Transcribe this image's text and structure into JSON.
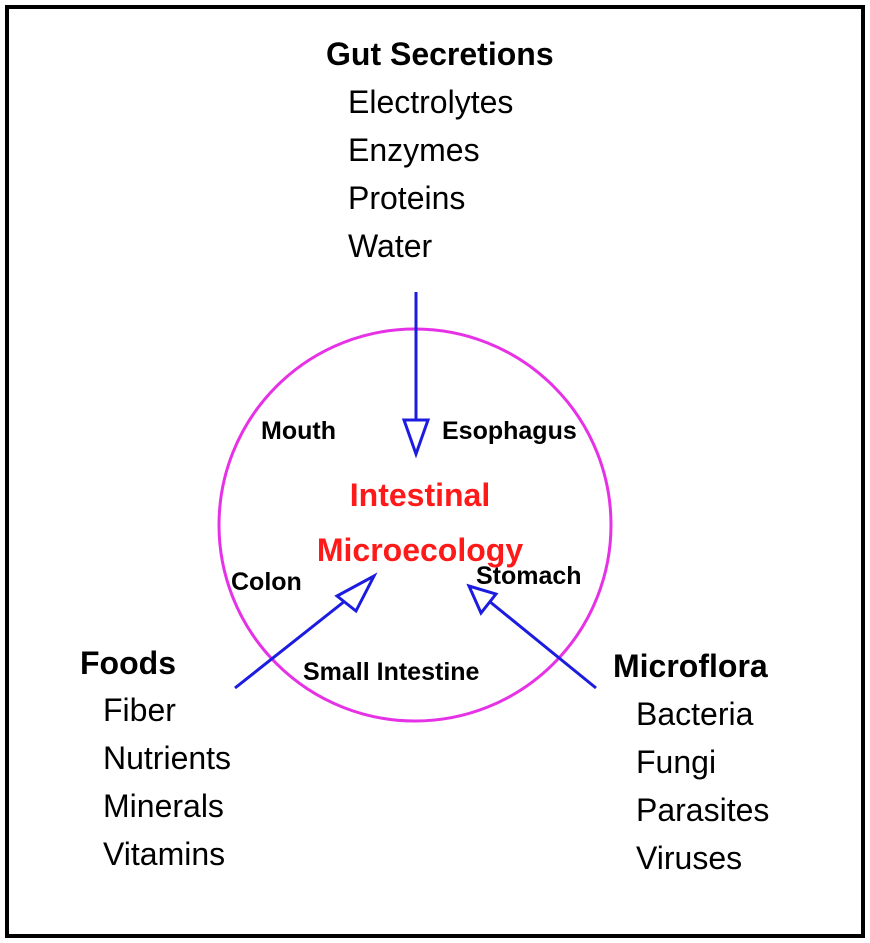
{
  "colors": {
    "circle": "#e632e6",
    "arrow": "#1c1ce0",
    "center_text": "#ff1a1a",
    "text": "#000000"
  },
  "groups": {
    "gut_secretions": {
      "title": "Gut Secretions",
      "items": [
        "Electrolytes",
        "Enzymes",
        "Proteins",
        "Water"
      ]
    },
    "foods": {
      "title": "Foods",
      "items": [
        "Fiber",
        "Nutrients",
        "Minerals",
        "Vitamins"
      ]
    },
    "microflora": {
      "title": "Microflora",
      "items": [
        "Bacteria",
        "Fungi",
        "Parasites",
        "Viruses"
      ]
    }
  },
  "center": {
    "line1": "Intestinal",
    "line2": "Microecology"
  },
  "regions": {
    "mouth": "Mouth",
    "esophagus": "Esophagus",
    "colon": "Colon",
    "stomach": "Stomach",
    "small_intestine": "Small Intestine"
  }
}
